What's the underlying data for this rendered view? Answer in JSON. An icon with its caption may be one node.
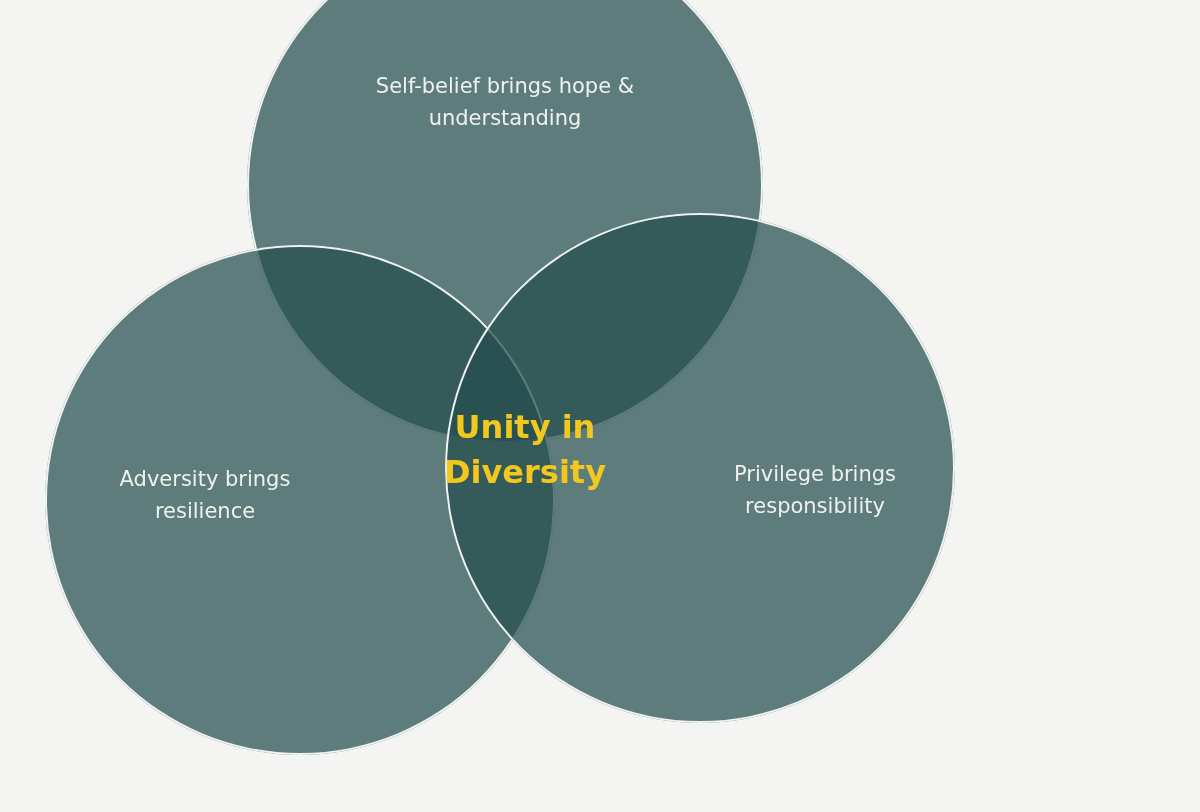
{
  "diagram": {
    "nodes": [
      {
        "text": [
          "Self-belief brings hope & understanding"
        ]
      },
      {
        "text": [
          "Adversity brings resilience"
        ]
      },
      {
        "text": [
          "Privilege brings responsibility"
        ]
      }
    ],
    "edges": [],
    "labels": [
      "Unity in Diversity"
    ]
  }
}
